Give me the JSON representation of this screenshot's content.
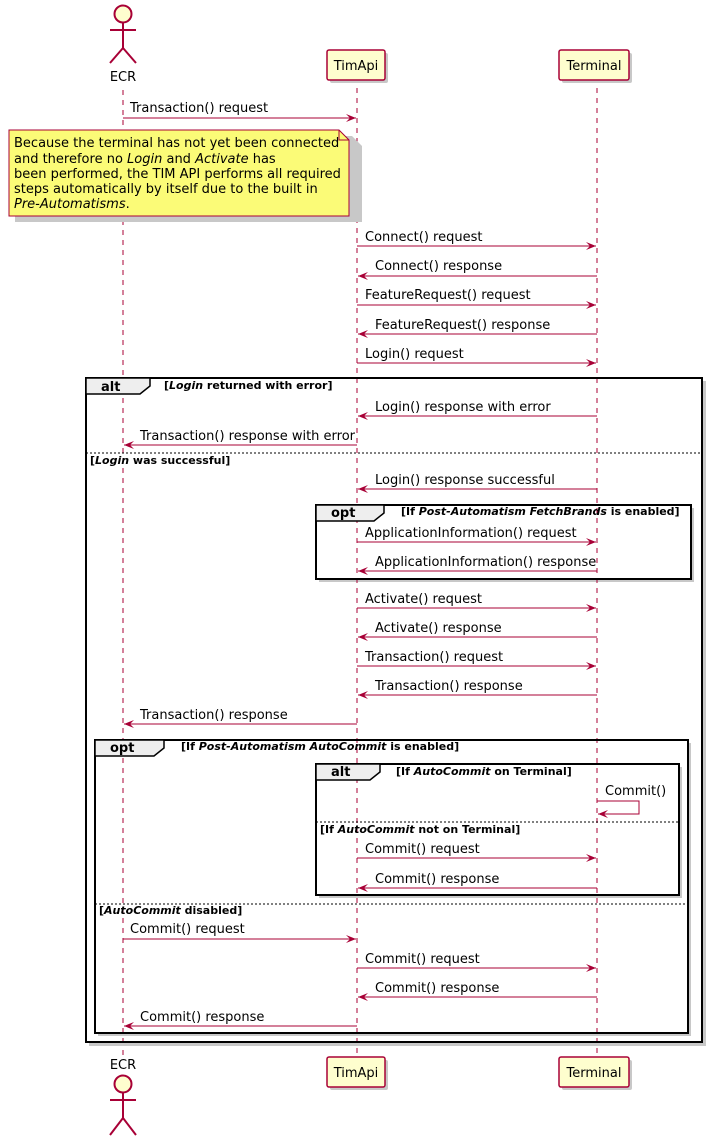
{
  "participants": {
    "ecr": "ECR",
    "timapi": "TimApi",
    "terminal": "Terminal"
  },
  "note": {
    "line1": "Because the terminal has not yet been connected",
    "line2_a": "and therefore no ",
    "line2_b": "Login",
    "line2_c": " and ",
    "line2_d": "Activate",
    "line2_e": " has",
    "line3": "been performed, the TIM API performs all required",
    "line4": "steps automatically by itself due to the built in",
    "line5_a": "Pre-Automatisms",
    "line5_b": "."
  },
  "messages": {
    "m1": "Transaction() request",
    "m2": "Connect() request",
    "m3": "Connect() response",
    "m4": "FeatureRequest() request",
    "m5": "FeatureRequest() response",
    "m6": "Login() request",
    "m7": "Login() response with error",
    "m8": "Transaction() response with error",
    "m9": "Login() response successful",
    "m10": "ApplicationInformation() request",
    "m11": "ApplicationInformation() response",
    "m12": "Activate() request",
    "m13": "Activate() response",
    "m14": "Transaction() request",
    "m15": "Transaction() response",
    "m16": "Transaction() response",
    "m17": "Commit()",
    "m18": "Commit() request",
    "m19": "Commit() response",
    "m20": "Commit() request",
    "m21": "Commit() request",
    "m22": "Commit() response",
    "m23": "Commit() response"
  },
  "fragments": {
    "alt1": {
      "keyword": "alt",
      "guard1_a": "[",
      "guard1_b": "Login",
      "guard1_c": " returned with error]",
      "guard2_a": "[",
      "guard2_b": "Login",
      "guard2_c": " was successful]"
    },
    "opt1": {
      "keyword": "opt",
      "guard_a": "[If ",
      "guard_b": "Post-Automatism FetchBrands",
      "guard_c": " is enabled]"
    },
    "opt2": {
      "keyword": "opt",
      "guard1_a": "[If ",
      "guard1_b": "Post-Automatism AutoCommit",
      "guard1_c": " is enabled]",
      "guard2_a": "[",
      "guard2_b": "AutoCommit",
      "guard2_c": " disabled]"
    },
    "alt2": {
      "keyword": "alt",
      "guard1_a": "[If ",
      "guard1_b": "AutoCommit",
      "guard1_c": " on Terminal]",
      "guard2_a": "[If ",
      "guard2_b": "AutoCommit",
      "guard2_c": " not on Terminal]"
    }
  }
}
